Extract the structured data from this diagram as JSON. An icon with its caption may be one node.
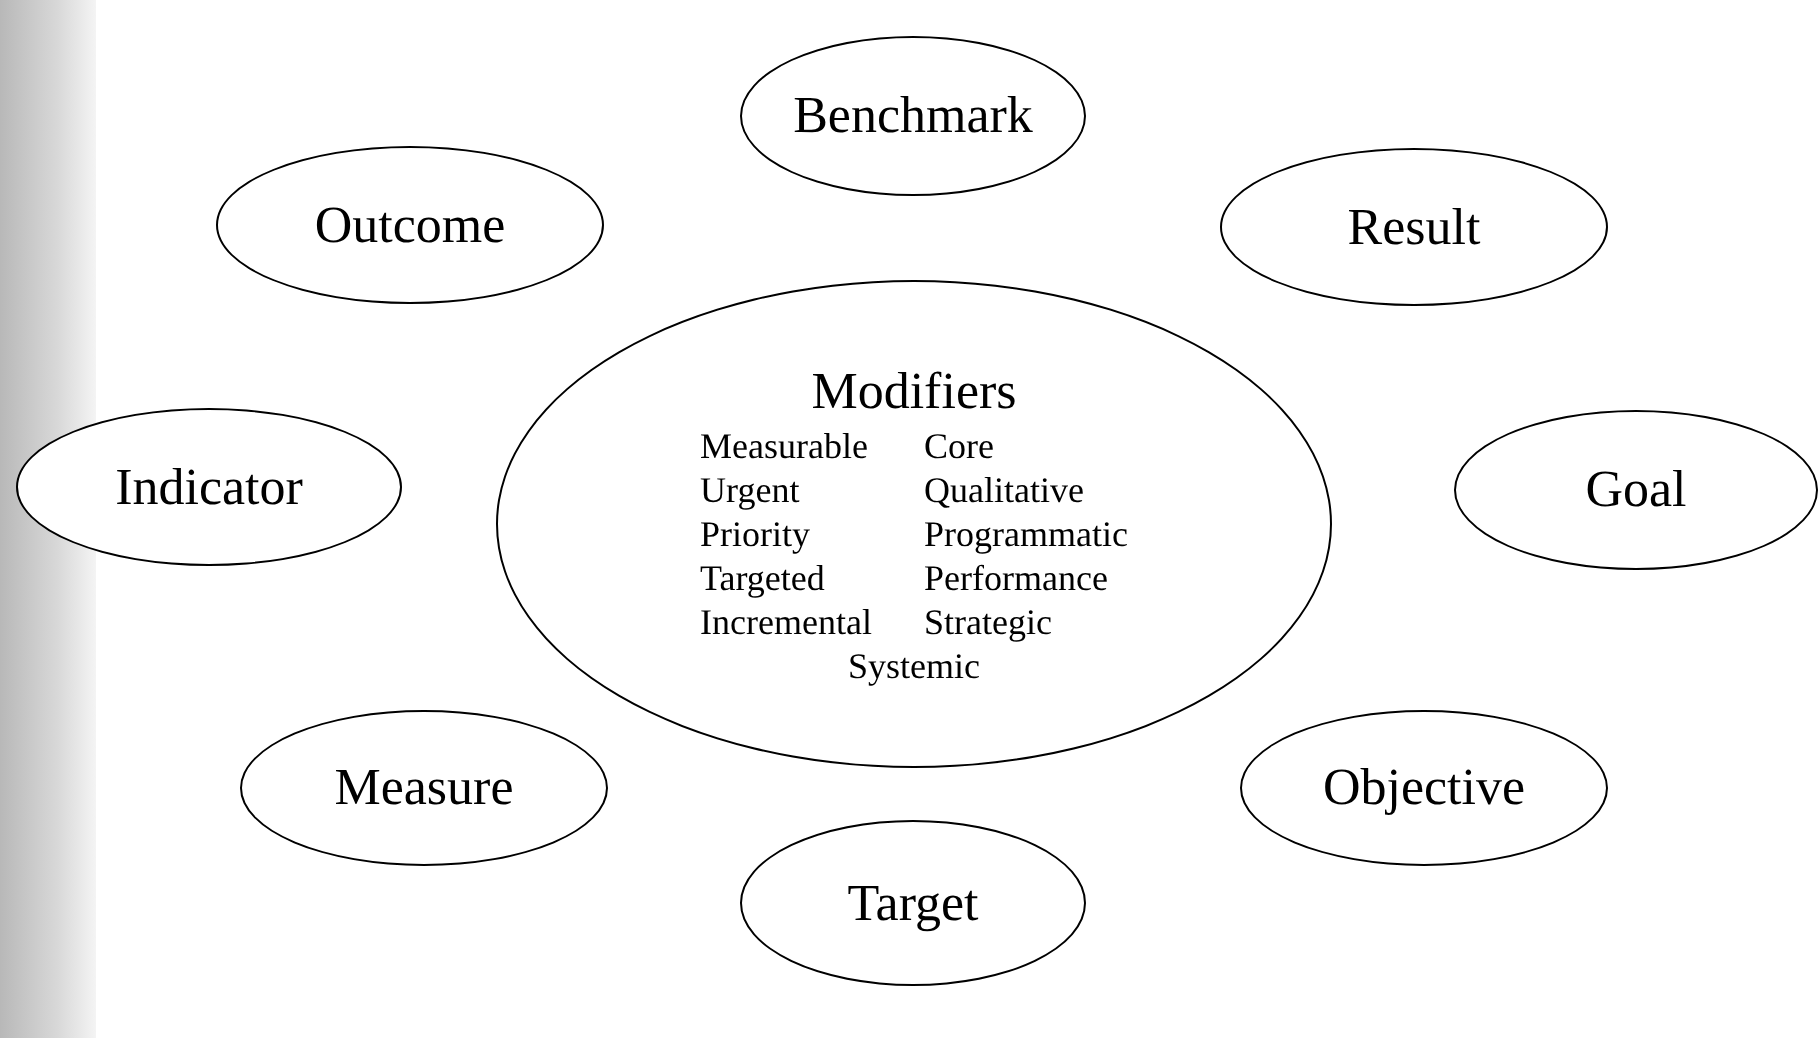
{
  "diagram": {
    "nodes": [
      {
        "text": [
          "Benchmark"
        ]
      },
      {
        "text": [
          "Outcome"
        ]
      },
      {
        "text": [
          "Result"
        ]
      },
      {
        "text": [
          "Modifiers",
          "Measurable",
          "Core",
          "Urgent",
          "Qualitative",
          "Priority",
          "Programmatic",
          "Targeted",
          "Performance",
          "Incremental",
          "Strategic",
          "Systemic"
        ]
      },
      {
        "text": [
          "Indicator"
        ]
      },
      {
        "text": [
          "Goal"
        ]
      },
      {
        "text": [
          "Measure"
        ]
      },
      {
        "text": [
          "Objective"
        ]
      },
      {
        "text": [
          "Target"
        ]
      }
    ],
    "edges": []
  }
}
